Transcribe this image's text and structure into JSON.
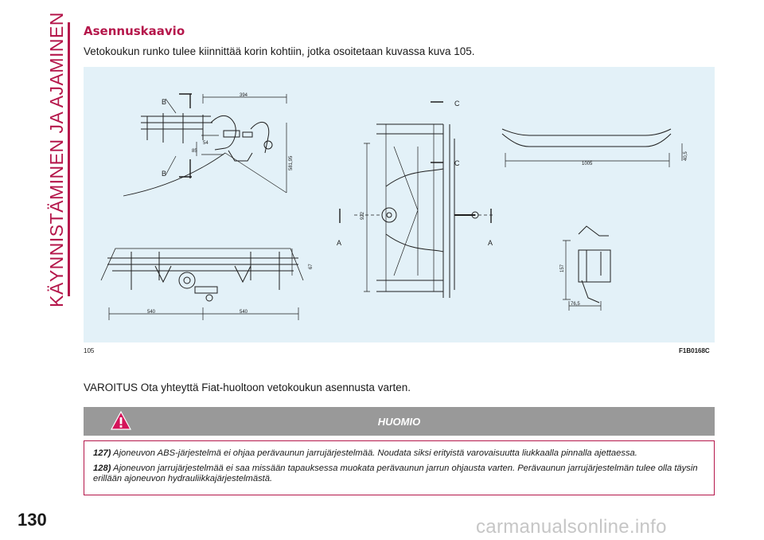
{
  "side_tab": "KÄYNNISTÄMINEN JA AJAMINEN",
  "section_title": "Asennuskaavio",
  "intro_text": "Vetokoukun runko tulee kiinnittää korin kohtiin, jotka osoitetaan kuvassa kuva 105.",
  "figure": {
    "number": "105",
    "code": "F1B0168C",
    "labels": {
      "b_top": "B",
      "b_bottom": "B",
      "c_top": "C",
      "c_mid": "C",
      "a_left": "A",
      "a_right": "A",
      "dim_394": "394",
      "dim_54": "54",
      "dim_85": "85",
      "dim_581": "581,95",
      "dim_67": "67",
      "dim_540_left": "540",
      "dim_540_right": "540",
      "dim_922": "922",
      "dim_1005": "1005",
      "dim_40_5": "40,5",
      "dim_157": "157",
      "dim_76_5": "76,5"
    }
  },
  "warning_text": "VAROITUS Ota yhteyttä Fiat-huoltoon vetokoukun asennusta varten.",
  "note": {
    "title": "HUOMIO",
    "items": [
      {
        "num": "127)",
        "text": "Ajoneuvon ABS-järjestelmä ei ohjaa perävaunun jarrujärjestelmää. Noudata siksi erityistä varovaisuutta liukkaalla pinnalla ajettaessa."
      },
      {
        "num": "128)",
        "text": "Ajoneuvon jarrujärjestelmää ei saa missään tapauksessa muokata perävaunun jarrun ohjausta varten. Perävaunun jarrujärjestelmän tulee olla täysin erillään ajoneuvon hydrauliikkajärjestelmästä."
      }
    ]
  },
  "page_number": "130",
  "watermark": "carmanualsonline.info",
  "colors": {
    "accent": "#b5174b",
    "figure_bg": "#e3f1f8",
    "note_bar": "#999999"
  }
}
